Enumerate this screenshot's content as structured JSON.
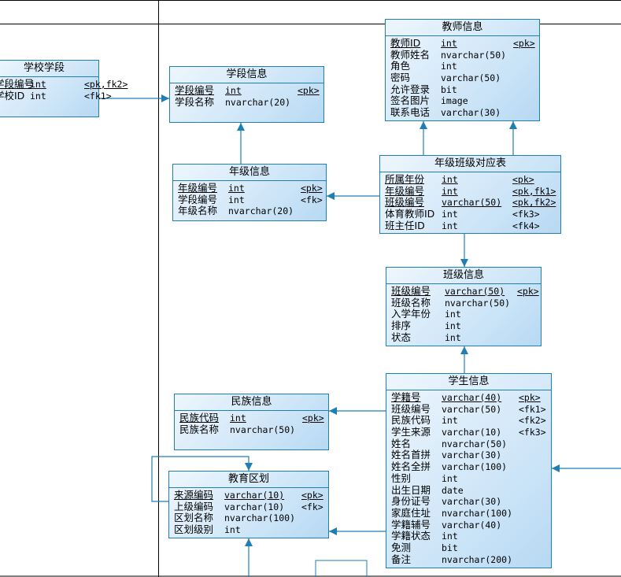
{
  "entities": {
    "school_stage": {
      "title": "学校学段",
      "rows": [
        {
          "name": "学段编号",
          "type": "int",
          "key": "<pk,fk2>",
          "pk": true
        },
        {
          "name": "学校ID",
          "type": "int",
          "key": "<fk1>",
          "pk": false
        }
      ]
    },
    "stage_info": {
      "title": "学段信息",
      "rows": [
        {
          "name": "学段编号",
          "type": "int",
          "key": "<pk>",
          "pk": true
        },
        {
          "name": "学段名称",
          "type": "nvarchar(20)",
          "key": "",
          "pk": false
        }
      ]
    },
    "grade_info": {
      "title": "年级信息",
      "rows": [
        {
          "name": "年级编号",
          "type": "int",
          "key": "<pk>",
          "pk": true
        },
        {
          "name": "学段编号",
          "type": "int",
          "key": "<fk>",
          "pk": false
        },
        {
          "name": "年级名称",
          "type": "nvarchar(20)",
          "key": "",
          "pk": false
        }
      ]
    },
    "teacher_info": {
      "title": "教师信息",
      "rows": [
        {
          "name": "教师ID",
          "type": "int",
          "key": "<pk>",
          "pk": true
        },
        {
          "name": "教师姓名",
          "type": "nvarchar(50)",
          "key": "",
          "pk": false
        },
        {
          "name": "角色",
          "type": "int",
          "key": "",
          "pk": false
        },
        {
          "name": "密码",
          "type": "varchar(50)",
          "key": "",
          "pk": false
        },
        {
          "name": "允许登录",
          "type": "bit",
          "key": "",
          "pk": false
        },
        {
          "name": "签名图片",
          "type": "image",
          "key": "",
          "pk": false
        },
        {
          "name": "联系电话",
          "type": "varchar(30)",
          "key": "",
          "pk": false
        }
      ]
    },
    "grade_class": {
      "title": "年级班级对应表",
      "rows": [
        {
          "name": "所属年份",
          "type": "int",
          "key": "<pk>",
          "pk": true
        },
        {
          "name": "年级编号",
          "type": "int",
          "key": "<pk,fk1>",
          "pk": true
        },
        {
          "name": "班级编号",
          "type": "varchar(50)",
          "key": "<pk,fk2>",
          "pk": true
        },
        {
          "name": "体育教师ID",
          "type": "int",
          "key": "<fk3>",
          "pk": false
        },
        {
          "name": "班主任ID",
          "type": "int",
          "key": "<fk4>",
          "pk": false
        }
      ]
    },
    "class_info": {
      "title": "班级信息",
      "rows": [
        {
          "name": "班级编号",
          "type": "varchar(50)",
          "key": "<pk>",
          "pk": true
        },
        {
          "name": "班级名称",
          "type": "nvarchar(50)",
          "key": "",
          "pk": false
        },
        {
          "name": "入学年份",
          "type": "int",
          "key": "",
          "pk": false
        },
        {
          "name": "排序",
          "type": "int",
          "key": "",
          "pk": false
        },
        {
          "name": "状态",
          "type": "int",
          "key": "",
          "pk": false
        }
      ]
    },
    "ethnic_info": {
      "title": "民族信息",
      "rows": [
        {
          "name": "民族代码",
          "type": "int",
          "key": "<pk>",
          "pk": true
        },
        {
          "name": "民族名称",
          "type": "nvarchar(50)",
          "key": "",
          "pk": false
        }
      ]
    },
    "edu_region": {
      "title": "教育区划",
      "rows": [
        {
          "name": "来源编码",
          "type": "varchar(10)",
          "key": "<pk>",
          "pk": true
        },
        {
          "name": "上级编码",
          "type": "varchar(10)",
          "key": "<fk>",
          "pk": false
        },
        {
          "name": "区划名称",
          "type": "nvarchar(100)",
          "key": "",
          "pk": false
        },
        {
          "name": "区划级别",
          "type": "int",
          "key": "",
          "pk": false
        }
      ]
    },
    "student_info": {
      "title": "学生信息",
      "rows": [
        {
          "name": "学籍号",
          "type": "varchar(40)",
          "key": "<pk>",
          "pk": true
        },
        {
          "name": "班级编号",
          "type": "varchar(50)",
          "key": "<fk1>",
          "pk": false
        },
        {
          "name": "民族代码",
          "type": "int",
          "key": "<fk2>",
          "pk": false
        },
        {
          "name": "学生来源",
          "type": "varchar(10)",
          "key": "<fk3>",
          "pk": false
        },
        {
          "name": "姓名",
          "type": "nvarchar(50)",
          "key": "",
          "pk": false
        },
        {
          "name": "姓名首拼",
          "type": "varchar(30)",
          "key": "",
          "pk": false
        },
        {
          "name": "姓名全拼",
          "type": "varchar(100)",
          "key": "",
          "pk": false
        },
        {
          "name": "性别",
          "type": "int",
          "key": "",
          "pk": false
        },
        {
          "name": "出生日期",
          "type": "date",
          "key": "",
          "pk": false
        },
        {
          "name": "身份证号",
          "type": "varchar(30)",
          "key": "",
          "pk": false
        },
        {
          "name": "家庭住址",
          "type": "nvarchar(100)",
          "key": "",
          "pk": false
        },
        {
          "name": "学籍辅号",
          "type": "varchar(40)",
          "key": "",
          "pk": false
        },
        {
          "name": "学籍状态",
          "type": "int",
          "key": "",
          "pk": false
        },
        {
          "name": "免测",
          "type": "bit",
          "key": "",
          "pk": false
        },
        {
          "name": "备注",
          "type": "nvarchar(200)",
          "key": "",
          "pk": false
        }
      ]
    }
  },
  "colors": {
    "line": "#1f7fb3",
    "border": "#1f7fb3",
    "divider": "#000000"
  }
}
